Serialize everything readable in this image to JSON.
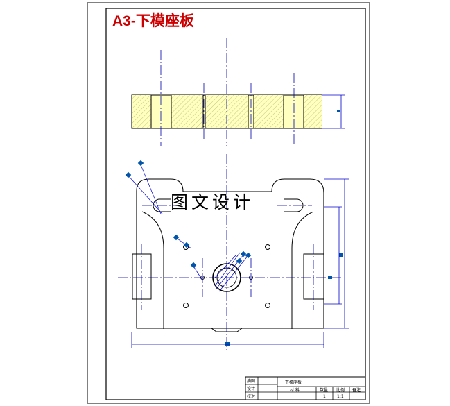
{
  "title": "A3-下模座板",
  "watermark": "图文设计",
  "title_block": {
    "drawing_name": "下模座板",
    "row_labels": [
      "描图",
      "设计",
      "校对"
    ],
    "material_label": "材 料",
    "quantity_label": "数量",
    "scale_label": "比例",
    "remarks_label": "备注",
    "quantity_value": "1",
    "scale_value": "1:1"
  },
  "colors": {
    "title_red": "#cc0000",
    "line_black": "#000000",
    "centerline_blue": "#0000aa",
    "dimension_blue": "#0000cc",
    "section_fill": "#ffffc0",
    "hatch": "#b8b870"
  }
}
